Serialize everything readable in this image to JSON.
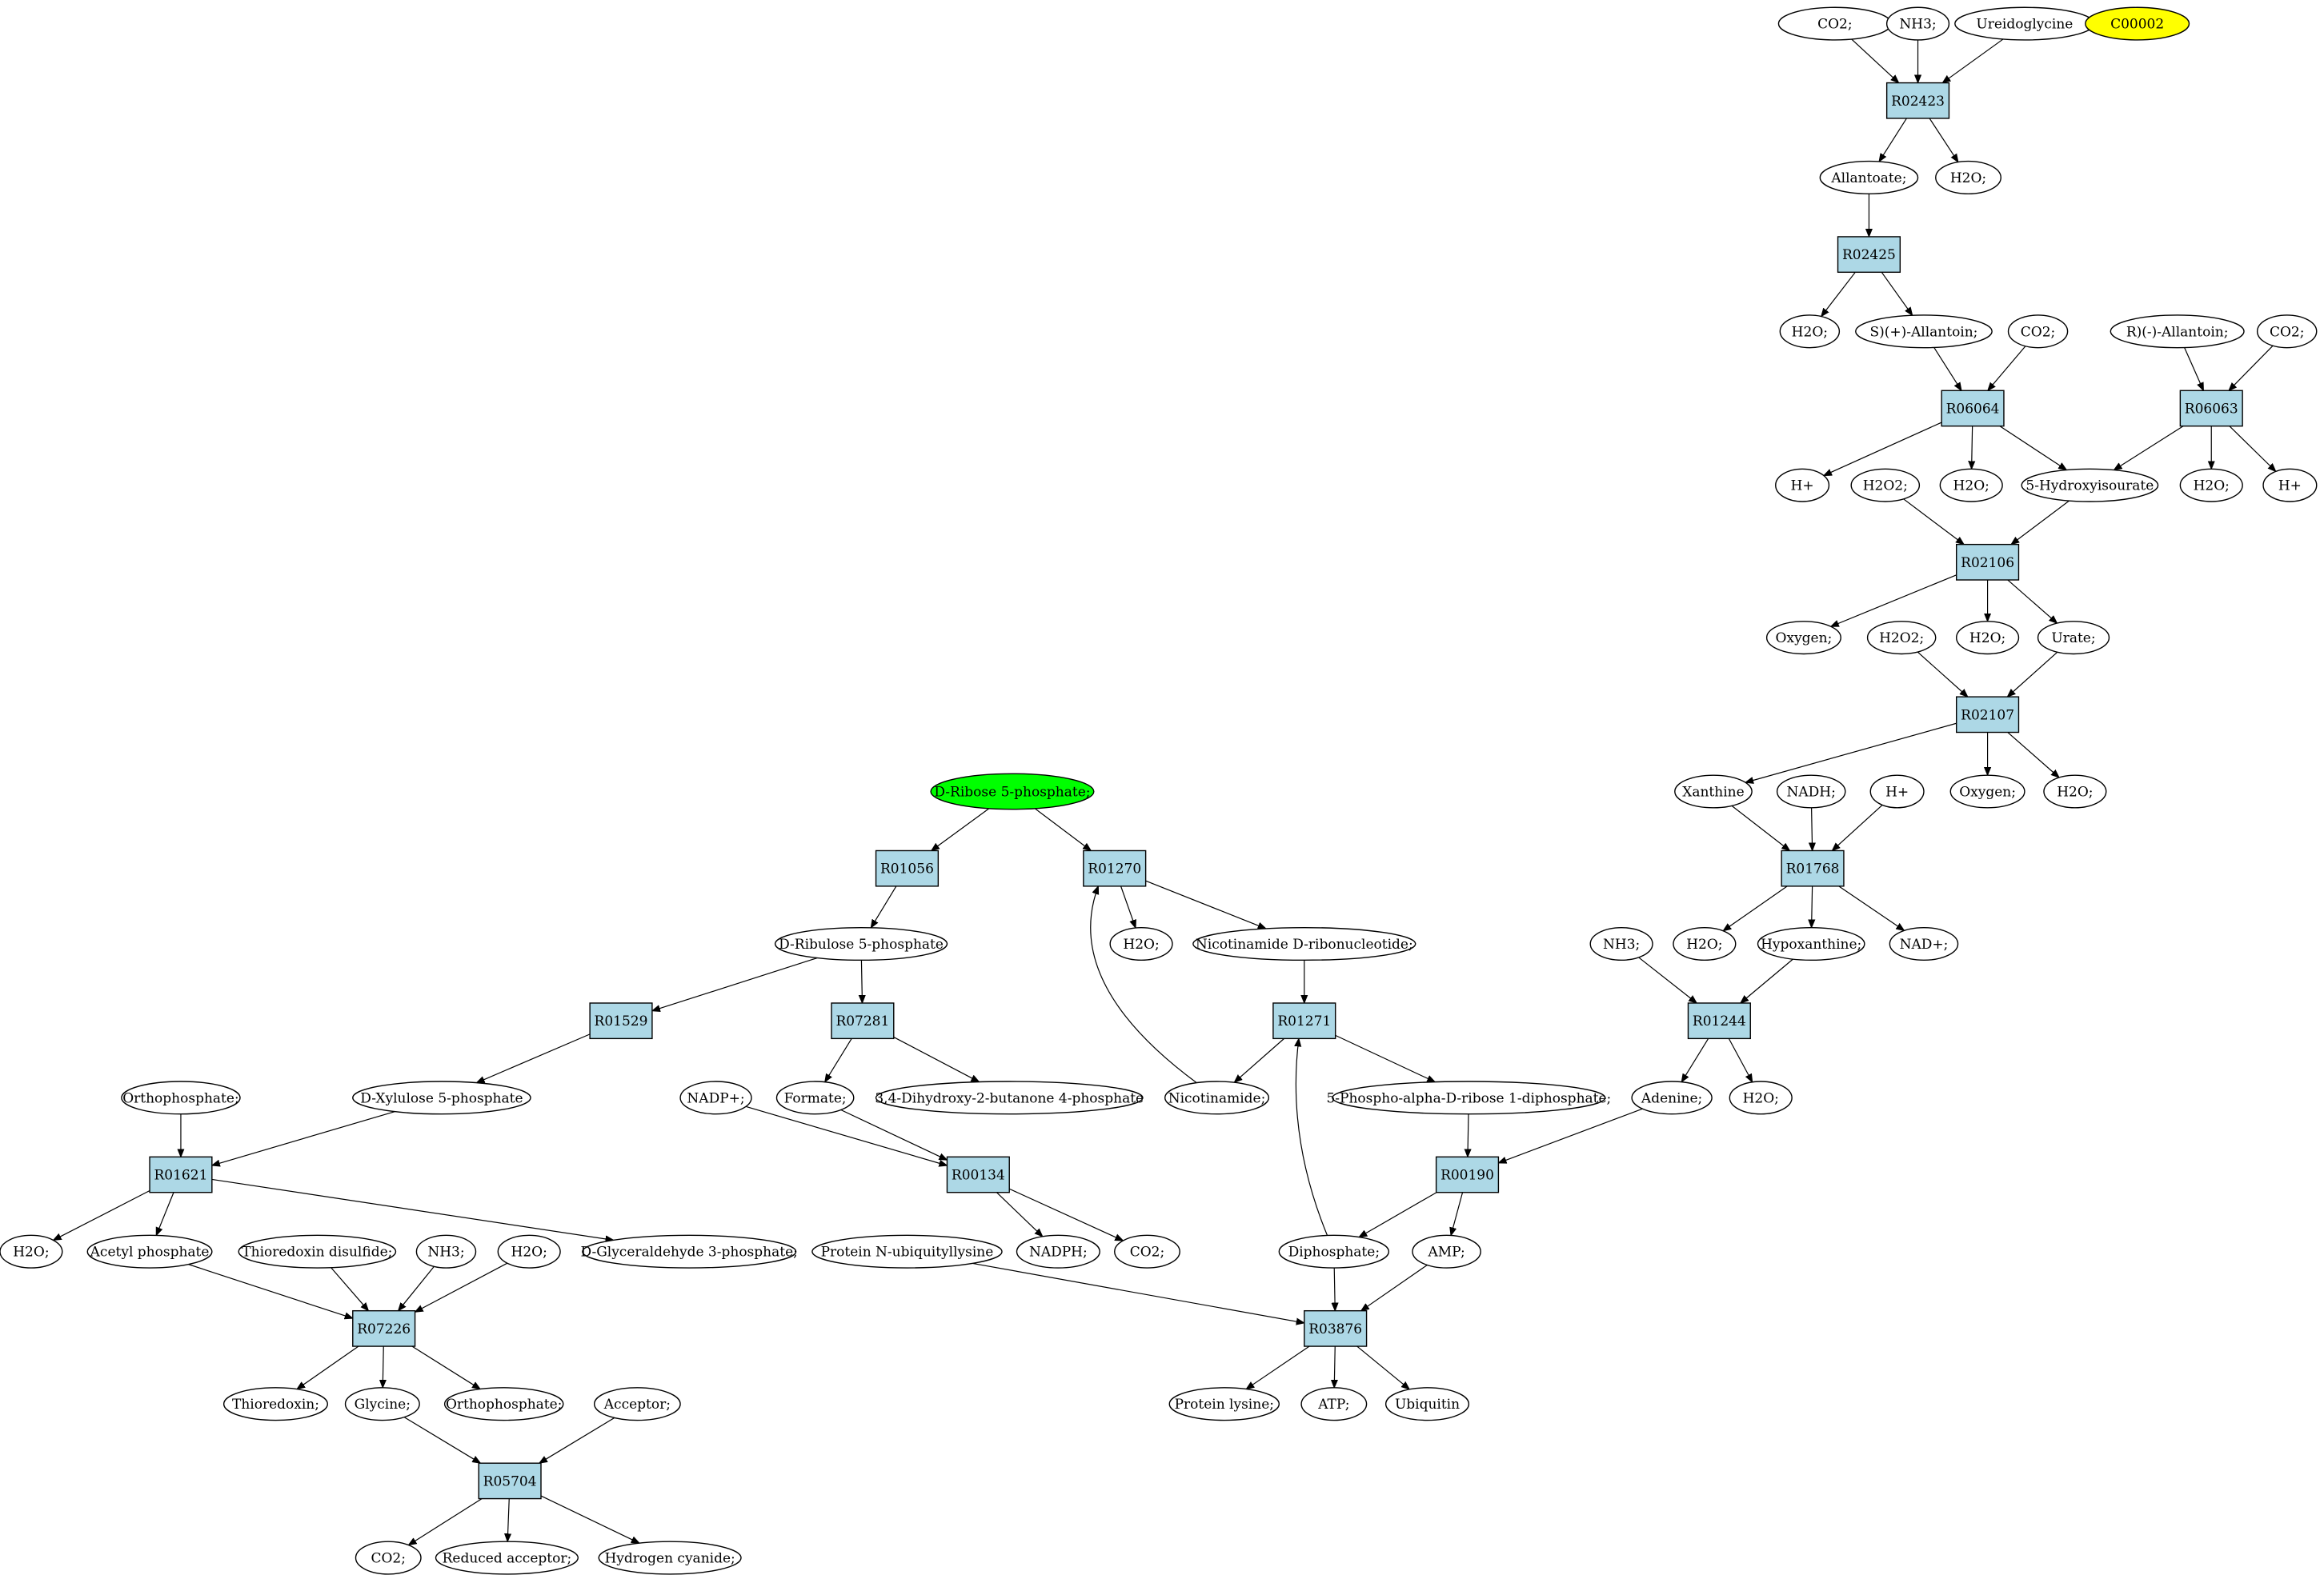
{
  "colors": {
    "reaction_fill": "#add8e6",
    "compound_fill": "#ffffff",
    "start_fill": "#00ff00",
    "target_fill": "#ffff00",
    "stroke": "#000000"
  },
  "nodes": [
    {
      "id": "c_co2_a",
      "label": "CO2;",
      "kind": "compound"
    },
    {
      "id": "c_nh3_a",
      "label": "NH3;",
      "kind": "compound"
    },
    {
      "id": "c_ureido",
      "label": "Ureidoglycine",
      "kind": "compound"
    },
    {
      "id": "c_c00002",
      "label": "C00002",
      "kind": "target"
    },
    {
      "id": "r_R02423",
      "label": "R02423",
      "kind": "reaction"
    },
    {
      "id": "c_allantoate",
      "label": "Allantoate;",
      "kind": "compound"
    },
    {
      "id": "c_h2o_a",
      "label": "H2O;",
      "kind": "compound"
    },
    {
      "id": "r_R02425",
      "label": "R02425",
      "kind": "reaction"
    },
    {
      "id": "c_h2o_b",
      "label": "H2O;",
      "kind": "compound"
    },
    {
      "id": "c_s_allantoin",
      "label": "S)(+)-Allantoin;",
      "kind": "compound"
    },
    {
      "id": "c_co2_b",
      "label": "CO2;",
      "kind": "compound"
    },
    {
      "id": "c_r_allantoin",
      "label": "R)(-)-Allantoin;",
      "kind": "compound"
    },
    {
      "id": "c_co2_c",
      "label": "CO2;",
      "kind": "compound"
    },
    {
      "id": "r_R06064",
      "label": "R06064",
      "kind": "reaction"
    },
    {
      "id": "r_R06063",
      "label": "R06063",
      "kind": "reaction"
    },
    {
      "id": "c_hplus_a",
      "label": "H+",
      "kind": "compound"
    },
    {
      "id": "c_h2o2_a",
      "label": "H2O2;",
      "kind": "compound"
    },
    {
      "id": "c_h2o_c",
      "label": "H2O;",
      "kind": "compound"
    },
    {
      "id": "c_5hydroxy",
      "label": "5-Hydroxyisourate",
      "kind": "compound"
    },
    {
      "id": "c_h2o_d",
      "label": "H2O;",
      "kind": "compound"
    },
    {
      "id": "c_hplus_b",
      "label": "H+",
      "kind": "compound"
    },
    {
      "id": "r_R02106",
      "label": "R02106",
      "kind": "reaction"
    },
    {
      "id": "c_oxygen_a",
      "label": "Oxygen;",
      "kind": "compound"
    },
    {
      "id": "c_h2o2_b",
      "label": "H2O2;",
      "kind": "compound"
    },
    {
      "id": "c_h2o_e",
      "label": "H2O;",
      "kind": "compound"
    },
    {
      "id": "c_urate",
      "label": "Urate;",
      "kind": "compound"
    },
    {
      "id": "r_R02107",
      "label": "R02107",
      "kind": "reaction"
    },
    {
      "id": "c_xanthine",
      "label": "Xanthine",
      "kind": "compound"
    },
    {
      "id": "c_nadh",
      "label": "NADH;",
      "kind": "compound"
    },
    {
      "id": "c_hplus_c",
      "label": "H+",
      "kind": "compound"
    },
    {
      "id": "c_oxygen_b",
      "label": "Oxygen;",
      "kind": "compound"
    },
    {
      "id": "c_h2o_f",
      "label": "H2O;",
      "kind": "compound"
    },
    {
      "id": "r_R01768",
      "label": "R01768",
      "kind": "reaction"
    },
    {
      "id": "c_nh3_b",
      "label": "NH3;",
      "kind": "compound"
    },
    {
      "id": "c_h2o_g",
      "label": "H2O;",
      "kind": "compound"
    },
    {
      "id": "c_hypoxanthine",
      "label": "Hypoxanthine;",
      "kind": "compound"
    },
    {
      "id": "c_nadplus",
      "label": "NAD+;",
      "kind": "compound"
    },
    {
      "id": "r_R01244",
      "label": "R01244",
      "kind": "reaction"
    },
    {
      "id": "c_adenine",
      "label": "Adenine;",
      "kind": "compound"
    },
    {
      "id": "c_h2o_h",
      "label": "H2O;",
      "kind": "compound"
    },
    {
      "id": "c_ribose5p",
      "label": "D-Ribose 5-phosphate;",
      "kind": "start"
    },
    {
      "id": "r_R01056",
      "label": "R01056",
      "kind": "reaction"
    },
    {
      "id": "r_R01270",
      "label": "R01270",
      "kind": "reaction"
    },
    {
      "id": "c_ribulose5p",
      "label": "D-Ribulose 5-phosphate",
      "kind": "compound"
    },
    {
      "id": "c_h2o_i",
      "label": "H2O;",
      "kind": "compound"
    },
    {
      "id": "c_nmn",
      "label": "Nicotinamide D-ribonucleotide;",
      "kind": "compound"
    },
    {
      "id": "r_R01529",
      "label": "R01529",
      "kind": "reaction"
    },
    {
      "id": "r_R07281",
      "label": "R07281",
      "kind": "reaction"
    },
    {
      "id": "r_R01271",
      "label": "R01271",
      "kind": "reaction"
    },
    {
      "id": "c_orthophos_a",
      "label": "Orthophosphate;",
      "kind": "compound"
    },
    {
      "id": "c_xylulose5p",
      "label": "D-Xylulose 5-phosphate",
      "kind": "compound"
    },
    {
      "id": "c_nadpplus",
      "label": "NADP+;",
      "kind": "compound"
    },
    {
      "id": "c_formate",
      "label": "Formate;",
      "kind": "compound"
    },
    {
      "id": "c_dhbp",
      "label": "3,4-Dihydroxy-2-butanone 4-phosphate",
      "kind": "compound"
    },
    {
      "id": "c_nicotinamide",
      "label": "Nicotinamide;",
      "kind": "compound"
    },
    {
      "id": "c_prpp",
      "label": "5-Phospho-alpha-D-ribose 1-diphosphate;",
      "kind": "compound"
    },
    {
      "id": "r_R01621",
      "label": "R01621",
      "kind": "reaction"
    },
    {
      "id": "r_R00134",
      "label": "R00134",
      "kind": "reaction"
    },
    {
      "id": "r_R00190",
      "label": "R00190",
      "kind": "reaction"
    },
    {
      "id": "c_h2o_j",
      "label": "H2O;",
      "kind": "compound"
    },
    {
      "id": "c_acetylp",
      "label": "Acetyl phosphate",
      "kind": "compound"
    },
    {
      "id": "c_thiodisulf",
      "label": "Thioredoxin disulfide;",
      "kind": "compound"
    },
    {
      "id": "c_nh3_c",
      "label": "NH3;",
      "kind": "compound"
    },
    {
      "id": "c_h2o_k",
      "label": "H2O;",
      "kind": "compound"
    },
    {
      "id": "c_g3p",
      "label": "D-Glyceraldehyde 3-phosphate;",
      "kind": "compound"
    },
    {
      "id": "c_protnubi",
      "label": "Protein N-ubiquityllysine",
      "kind": "compound"
    },
    {
      "id": "c_nadph",
      "label": "NADPH;",
      "kind": "compound"
    },
    {
      "id": "c_co2_d",
      "label": "CO2;",
      "kind": "compound"
    },
    {
      "id": "c_diphos",
      "label": "Diphosphate;",
      "kind": "compound"
    },
    {
      "id": "c_amp",
      "label": "AMP;",
      "kind": "compound"
    },
    {
      "id": "r_R07226",
      "label": "R07226",
      "kind": "reaction"
    },
    {
      "id": "r_R03876",
      "label": "R03876",
      "kind": "reaction"
    },
    {
      "id": "c_thioredoxin",
      "label": "Thioredoxin;",
      "kind": "compound"
    },
    {
      "id": "c_glycine",
      "label": "Glycine;",
      "kind": "compound"
    },
    {
      "id": "c_orthophos_b",
      "label": "Orthophosphate;",
      "kind": "compound"
    },
    {
      "id": "c_acceptor",
      "label": "Acceptor;",
      "kind": "compound"
    },
    {
      "id": "c_protlys",
      "label": "Protein lysine;",
      "kind": "compound"
    },
    {
      "id": "c_atp",
      "label": "ATP;",
      "kind": "compound"
    },
    {
      "id": "c_ubiquitin",
      "label": "Ubiquitin",
      "kind": "compound"
    },
    {
      "id": "r_R05704",
      "label": "R05704",
      "kind": "reaction"
    },
    {
      "id": "c_co2_e",
      "label": "CO2;",
      "kind": "compound"
    },
    {
      "id": "c_redacceptor",
      "label": "Reduced acceptor;",
      "kind": "compound"
    },
    {
      "id": "c_hcn",
      "label": "Hydrogen cyanide;",
      "kind": "compound"
    }
  ],
  "edges": [
    [
      "c_co2_a",
      "r_R02423"
    ],
    [
      "c_nh3_a",
      "r_R02423"
    ],
    [
      "c_ureido",
      "r_R02423"
    ],
    [
      "r_R02423",
      "c_allantoate"
    ],
    [
      "r_R02423",
      "c_h2o_a"
    ],
    [
      "c_allantoate",
      "r_R02425"
    ],
    [
      "r_R02425",
      "c_h2o_b"
    ],
    [
      "r_R02425",
      "c_s_allantoin"
    ],
    [
      "c_s_allantoin",
      "r_R06064"
    ],
    [
      "c_co2_b",
      "r_R06064"
    ],
    [
      "c_r_allantoin",
      "r_R06063"
    ],
    [
      "c_co2_c",
      "r_R06063"
    ],
    [
      "r_R06064",
      "c_hplus_a"
    ],
    [
      "r_R06064",
      "c_h2o_c"
    ],
    [
      "r_R06064",
      "c_5hydroxy"
    ],
    [
      "r_R06063",
      "c_5hydroxy"
    ],
    [
      "r_R06063",
      "c_h2o_d"
    ],
    [
      "r_R06063",
      "c_hplus_b"
    ],
    [
      "c_h2o2_a",
      "r_R02106"
    ],
    [
      "c_5hydroxy",
      "r_R02106"
    ],
    [
      "r_R02106",
      "c_oxygen_a"
    ],
    [
      "r_R02106",
      "c_h2o_e"
    ],
    [
      "r_R02106",
      "c_urate"
    ],
    [
      "c_h2o2_b",
      "r_R02107"
    ],
    [
      "c_urate",
      "r_R02107"
    ],
    [
      "r_R02107",
      "c_xanthine"
    ],
    [
      "r_R02107",
      "c_oxygen_b"
    ],
    [
      "r_R02107",
      "c_h2o_f"
    ],
    [
      "c_xanthine",
      "r_R01768"
    ],
    [
      "c_nadh",
      "r_R01768"
    ],
    [
      "c_hplus_c",
      "r_R01768"
    ],
    [
      "r_R01768",
      "c_h2o_g"
    ],
    [
      "r_R01768",
      "c_hypoxanthine"
    ],
    [
      "r_R01768",
      "c_nadplus"
    ],
    [
      "c_nh3_b",
      "r_R01244"
    ],
    [
      "c_hypoxanthine",
      "r_R01244"
    ],
    [
      "r_R01244",
      "c_adenine"
    ],
    [
      "r_R01244",
      "c_h2o_h"
    ],
    [
      "c_ribose5p",
      "r_R01056"
    ],
    [
      "c_ribose5p",
      "r_R01270"
    ],
    [
      "r_R01056",
      "c_ribulose5p"
    ],
    [
      "r_R01270",
      "c_h2o_i"
    ],
    [
      "r_R01270",
      "c_nmn"
    ],
    [
      "c_nicotinamide",
      "r_R01270"
    ],
    [
      "c_ribulose5p",
      "r_R01529"
    ],
    [
      "c_ribulose5p",
      "r_R07281"
    ],
    [
      "c_nmn",
      "r_R01271"
    ],
    [
      "r_R01529",
      "c_xylulose5p"
    ],
    [
      "r_R07281",
      "c_formate"
    ],
    [
      "r_R07281",
      "c_dhbp"
    ],
    [
      "r_R01271",
      "c_nicotinamide"
    ],
    [
      "r_R01271",
      "c_prpp"
    ],
    [
      "c_diphos",
      "r_R01271"
    ],
    [
      "c_orthophos_a",
      "r_R01621"
    ],
    [
      "c_xylulose5p",
      "r_R01621"
    ],
    [
      "c_nadpplus",
      "r_R00134"
    ],
    [
      "c_formate",
      "r_R00134"
    ],
    [
      "c_prpp",
      "r_R00190"
    ],
    [
      "c_adenine",
      "r_R00190"
    ],
    [
      "r_R01621",
      "c_h2o_j"
    ],
    [
      "r_R01621",
      "c_acetylp"
    ],
    [
      "r_R01621",
      "c_g3p"
    ],
    [
      "r_R00134",
      "c_nadph"
    ],
    [
      "r_R00134",
      "c_co2_d"
    ],
    [
      "r_R00190",
      "c_diphos"
    ],
    [
      "r_R00190",
      "c_amp"
    ],
    [
      "c_acetylp",
      "r_R07226"
    ],
    [
      "c_thiodisulf",
      "r_R07226"
    ],
    [
      "c_nh3_c",
      "r_R07226"
    ],
    [
      "c_h2o_k",
      "r_R07226"
    ],
    [
      "c_protnubi",
      "r_R03876"
    ],
    [
      "c_diphos",
      "r_R03876"
    ],
    [
      "c_amp",
      "r_R03876"
    ],
    [
      "r_R07226",
      "c_thioredoxin"
    ],
    [
      "r_R07226",
      "c_glycine"
    ],
    [
      "r_R07226",
      "c_orthophos_b"
    ],
    [
      "r_R03876",
      "c_protlys"
    ],
    [
      "r_R03876",
      "c_atp"
    ],
    [
      "r_R03876",
      "c_ubiquitin"
    ],
    [
      "c_glycine",
      "r_R05704"
    ],
    [
      "c_acceptor",
      "r_R05704"
    ],
    [
      "r_R05704",
      "c_co2_e"
    ],
    [
      "r_R05704",
      "c_redacceptor"
    ],
    [
      "r_R05704",
      "c_hcn"
    ]
  ]
}
